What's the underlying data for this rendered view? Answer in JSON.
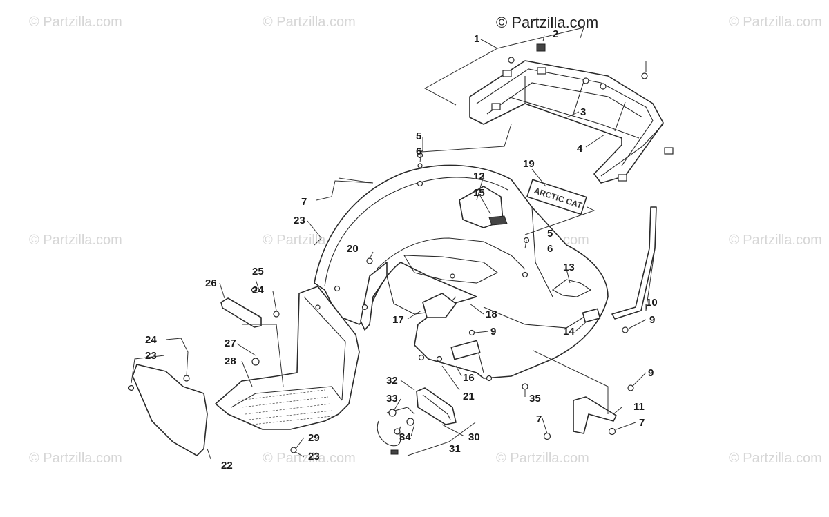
{
  "watermarks": {
    "text": "© Partzilla.com"
  },
  "header": {
    "brand": "© Partzilla.com"
  },
  "decal_text": "ARCTIC CAT",
  "callouts": [
    "1",
    "2",
    "3",
    "4",
    "5",
    "6",
    "7",
    "23",
    "19",
    "12",
    "15",
    "20",
    "5",
    "6",
    "26",
    "25",
    "24",
    "13",
    "17",
    "18",
    "9",
    "10",
    "9",
    "14",
    "24",
    "23",
    "27",
    "28",
    "16",
    "32",
    "33",
    "21",
    "35",
    "9",
    "11",
    "7",
    "7",
    "34",
    "30",
    "29",
    "31",
    "23",
    "22"
  ],
  "colors": {
    "line": "#2a2a2a",
    "watermark": "#d6d6d6",
    "background": "#ffffff"
  }
}
